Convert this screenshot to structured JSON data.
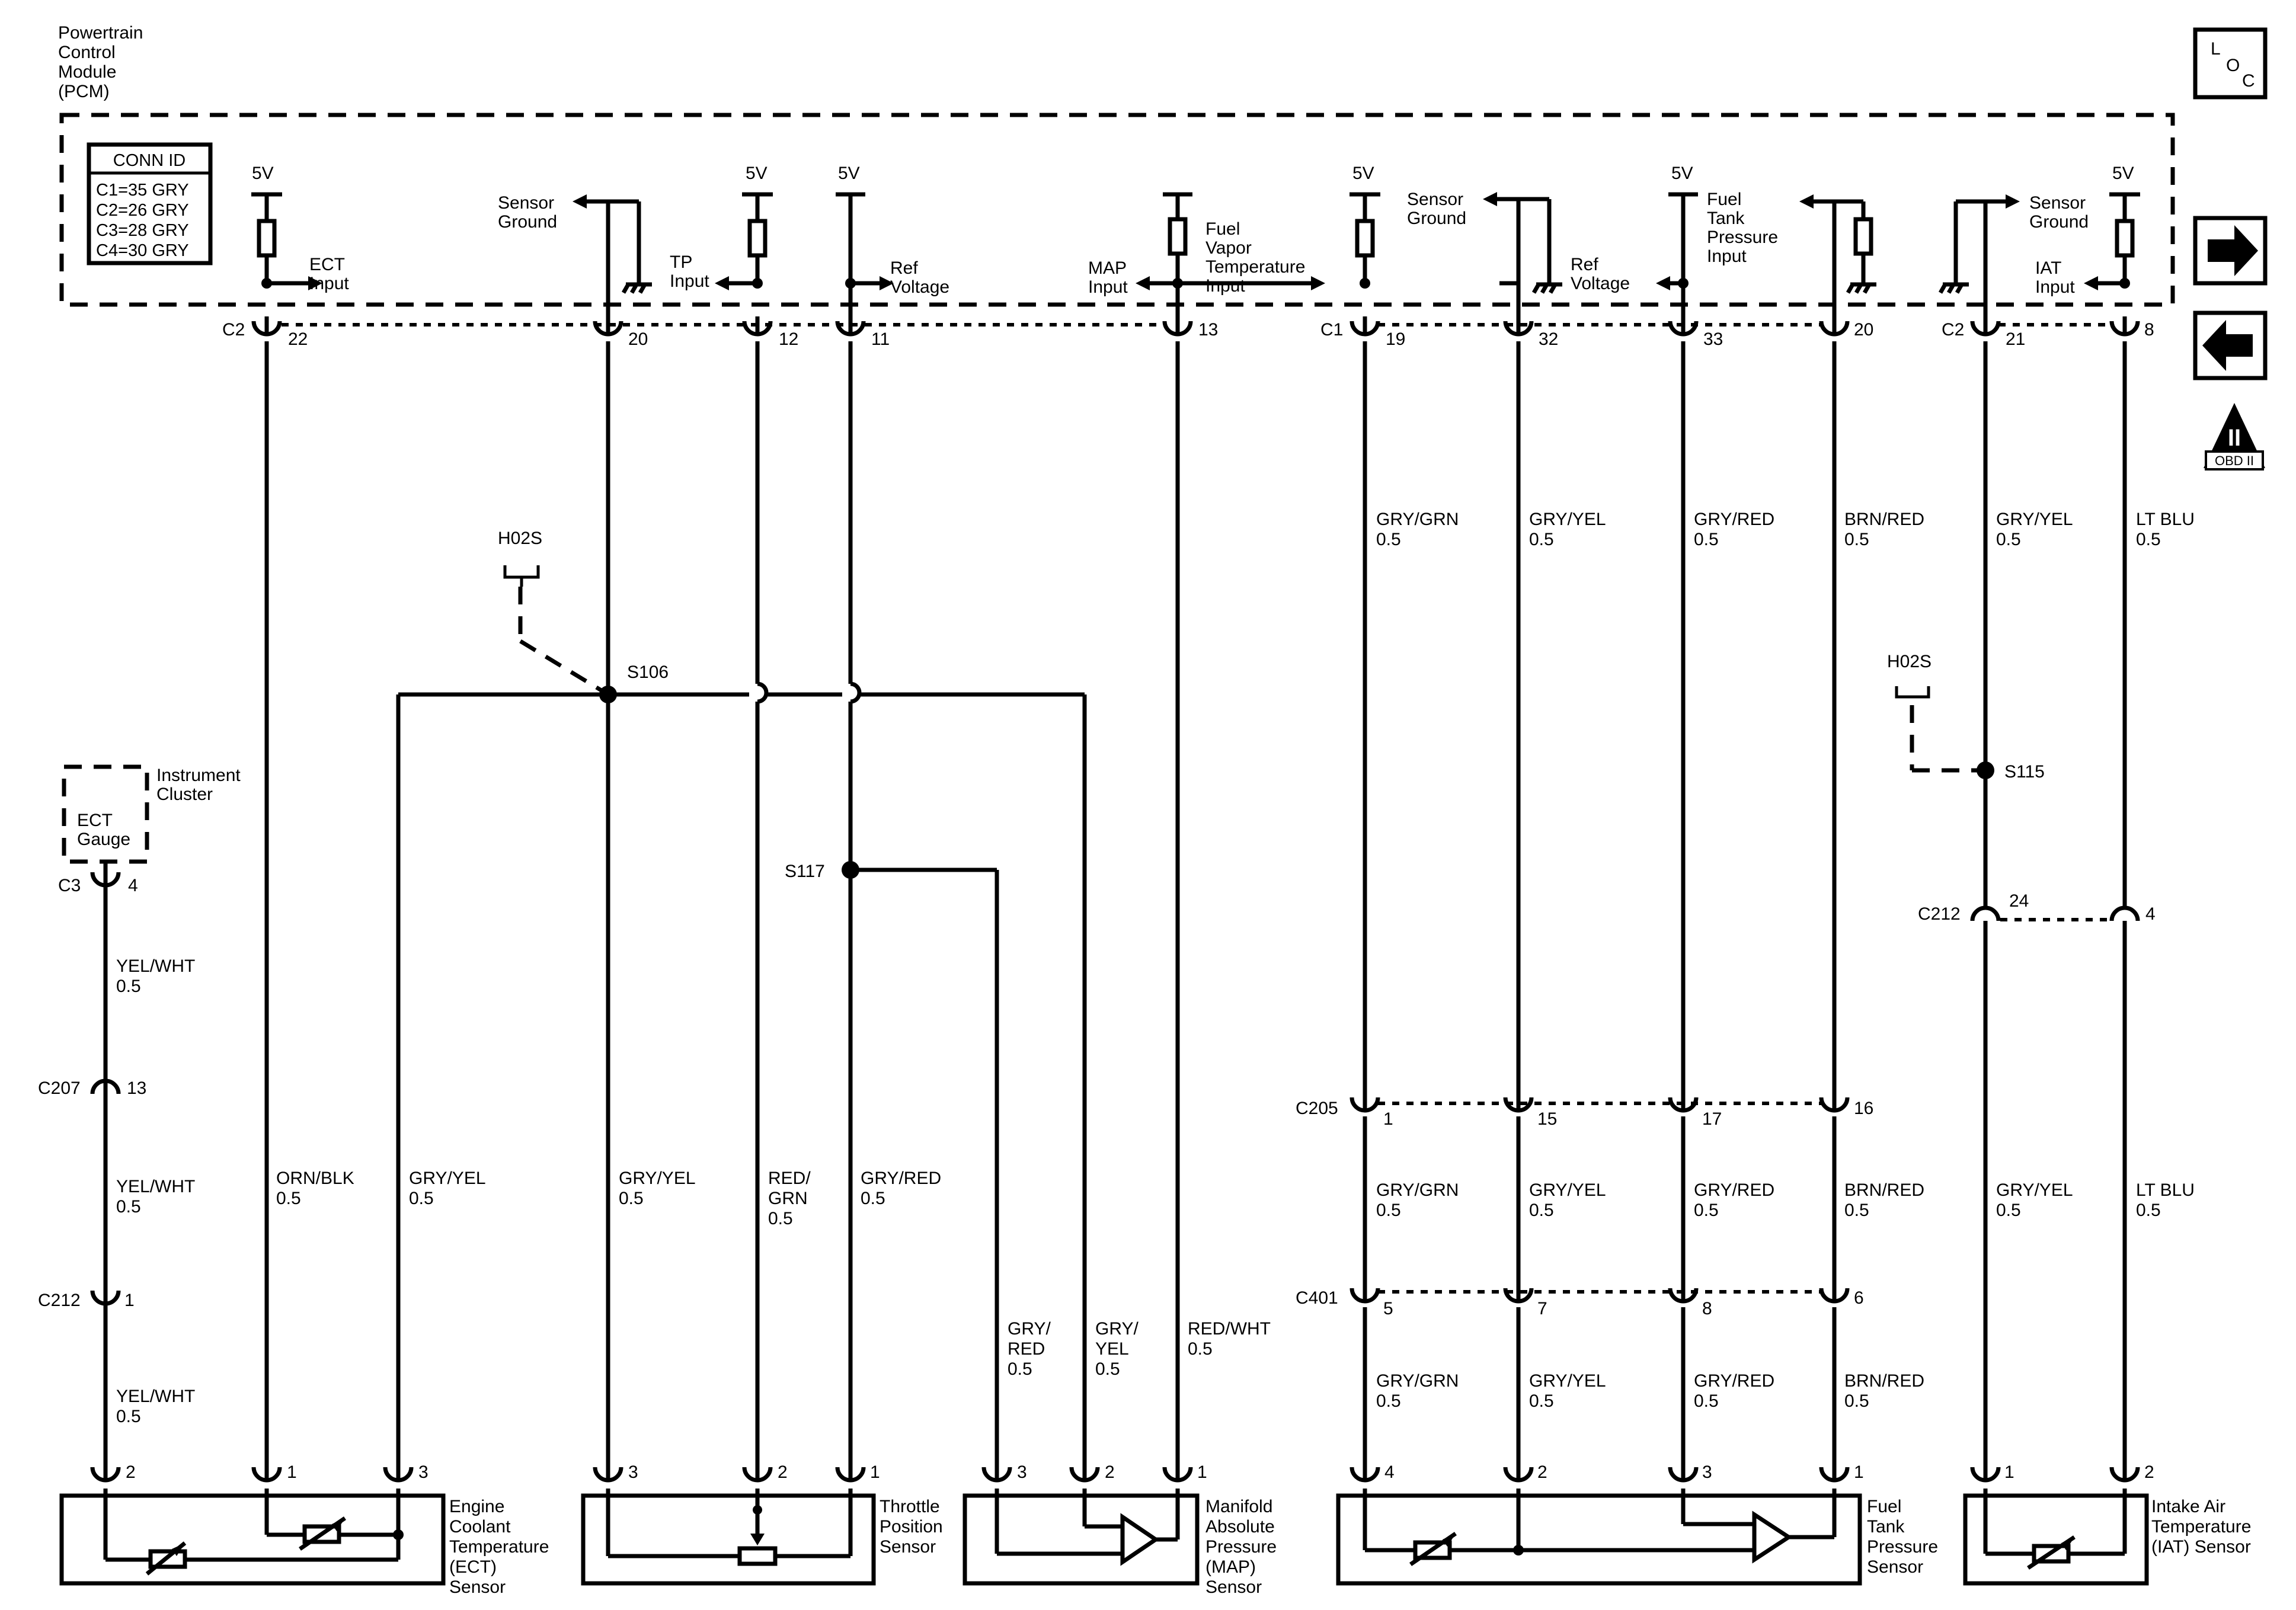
{
  "pcm": {
    "title": [
      "Powertrain",
      "Control",
      "Module",
      "(PCM)"
    ]
  },
  "conn_id": {
    "header": "CONN ID",
    "rows": [
      "C1=35 GRY",
      "C2=26 GRY",
      "C3=28 GRY",
      "C4=30 GRY"
    ]
  },
  "loc": {
    "l": "L",
    "o": "O",
    "c": "C"
  },
  "obd": {
    "numeral": "II",
    "label": "OBD II"
  },
  "nav": {
    "next_icon": "arrow-right-icon",
    "prev_icon": "arrow-left-icon"
  },
  "supply": {
    "v5": "5V"
  },
  "pcm_labels": {
    "ect_input": [
      "ECT",
      "Input"
    ],
    "sensor_ground": [
      "Sensor",
      "Ground"
    ],
    "tp_input": [
      "TP",
      "Input"
    ],
    "ref_voltage": [
      "Ref",
      "Voltage"
    ],
    "map_input": [
      "MAP",
      "Input"
    ],
    "fuel_vapor_temp_input": [
      "Fuel",
      "Vapor",
      "Temperature",
      "Input"
    ],
    "fuel_tank_pressure_input": [
      "Fuel",
      "Tank",
      "Pressure",
      "Input"
    ],
    "iat_input": [
      "IAT",
      "Input"
    ]
  },
  "pins": {
    "c2_a": "C2",
    "p22": "22",
    "p20a": "20",
    "p12": "12",
    "p11": "11",
    "p13": "13",
    "c1": "C1",
    "p19": "19",
    "p32": "32",
    "p33": "33",
    "p20b": "20",
    "c2_b": "C2",
    "p21": "21",
    "p8": "8"
  },
  "splices": {
    "s106": "S106",
    "s117": "S117",
    "s115": "S115",
    "h02s_a": "H02S",
    "h02s_b": "H02S"
  },
  "instrument_cluster": {
    "label": [
      "Instrument",
      "Cluster"
    ],
    "gauge": [
      "ECT",
      "Gauge"
    ],
    "conn": "C3",
    "pin": "4"
  },
  "connectors": {
    "c207": "C207",
    "c207_pin": "13",
    "c212a": "C212",
    "c212a_pin": "1",
    "c212b": "C212",
    "c212b_pin24": "24",
    "c212b_pin4": "4",
    "c205": "C205",
    "c205_pins": [
      "1",
      "15",
      "17",
      "16"
    ],
    "c401": "C401",
    "c401_pins": [
      "5",
      "7",
      "8",
      "6"
    ]
  },
  "wires": {
    "yel_wht": "YEL/WHT",
    "orn_blk": "ORN/BLK",
    "gry_yel": "GRY/YEL",
    "red_grn": [
      "RED/",
      "GRN"
    ],
    "gry_red": "GRY/RED",
    "gry_red_split": [
      "GRY/",
      "RED"
    ],
    "gry_yel_split": [
      "GRY/",
      "YEL"
    ],
    "red_wht": "RED/WHT",
    "gry_grn": "GRY/GRN",
    "brn_red": "BRN/RED",
    "lt_blu": "LT BLU",
    "gauge": "0.5"
  },
  "components": {
    "ect": {
      "name": [
        "Engine",
        "Coolant",
        "Temperature",
        "(ECT)",
        "Sensor"
      ],
      "pins": [
        "2",
        "1",
        "3"
      ]
    },
    "tps": {
      "name": [
        "Throttle",
        "Position",
        "Sensor"
      ],
      "pins": [
        "3",
        "2",
        "1"
      ]
    },
    "map": {
      "name": [
        "Manifold",
        "Absolute",
        "Pressure",
        "(MAP)",
        "Sensor"
      ],
      "pins": [
        "3",
        "2",
        "1"
      ]
    },
    "ftp": {
      "name": [
        "Fuel",
        "Tank",
        "Pressure",
        "Sensor"
      ],
      "pins": [
        "4",
        "2",
        "3",
        "1"
      ]
    },
    "iat": {
      "name": [
        "Intake Air",
        "Temperature",
        "(IAT) Sensor"
      ],
      "pins": [
        "1",
        "2"
      ]
    }
  }
}
